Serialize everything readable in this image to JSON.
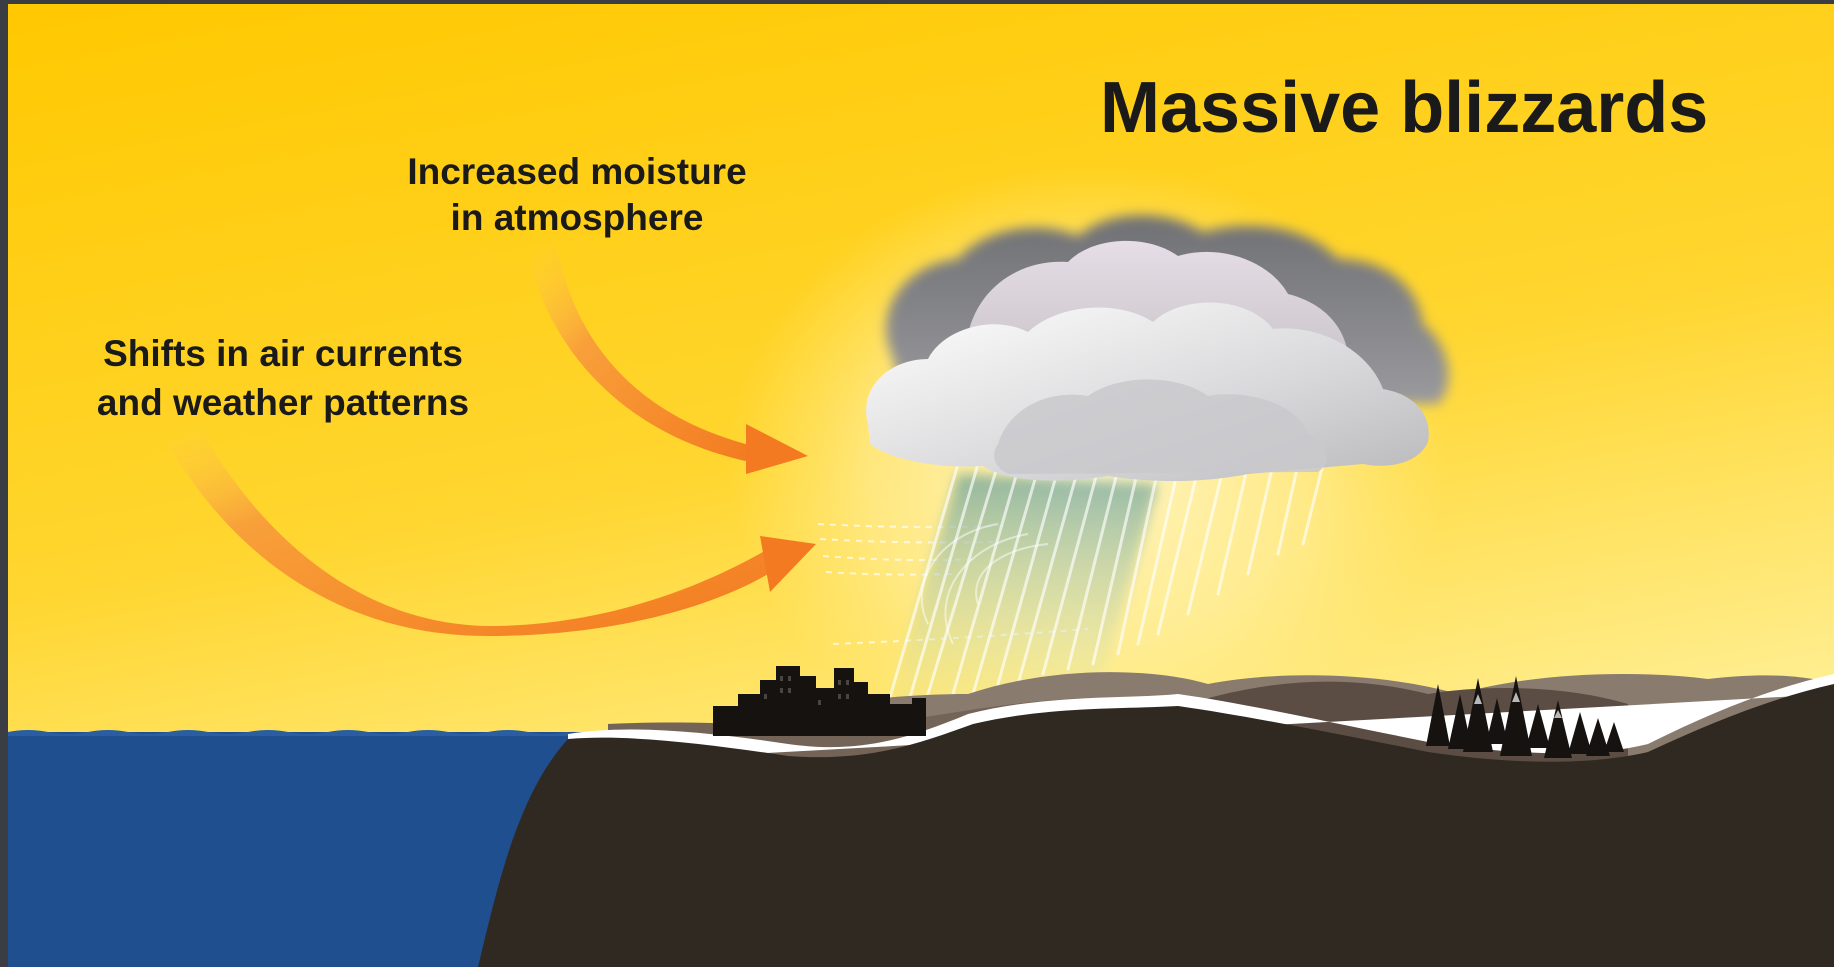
{
  "title": "Massive blizzards",
  "labels": {
    "moisture": [
      "Increased moisture",
      "in atmosphere"
    ],
    "air_currents": [
      "Shifts in air currents",
      "and weather patterns"
    ]
  },
  "colors": {
    "sky_top": "#ffce00",
    "sky_bottom": "#fff3a8",
    "ocean": "#1f4f8e",
    "land_dark": "#2f2921",
    "hills_brown": "#6e5f53",
    "arrow": "#f37a20",
    "cloud_dark": "#7f8084",
    "cloud_light": "#f1eef2"
  },
  "icons": [
    "city-skyline-icon",
    "pine-trees-icon",
    "storm-cloud-icon",
    "snowfall-icon"
  ]
}
